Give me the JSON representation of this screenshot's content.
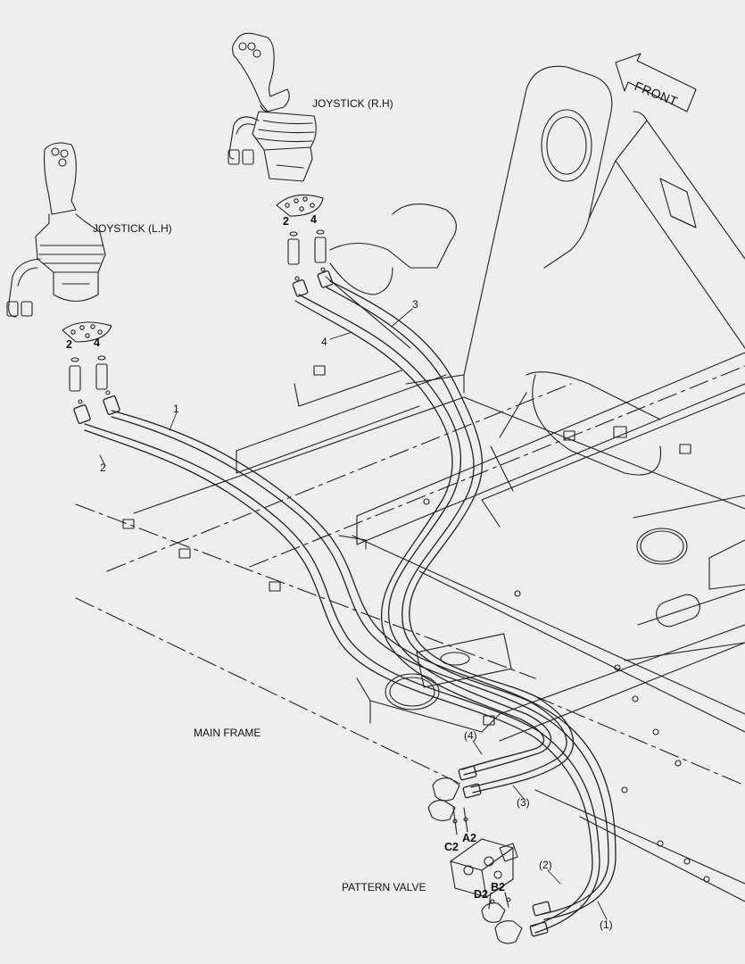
{
  "labels": {
    "front": "FRONT",
    "joystick_rh": "JOYSTICK (R.H)",
    "joystick_lh": "JOYSTICK (L.H)",
    "main_frame": "MAIN FRAME",
    "pattern_valve": "PATTERN VALVE",
    "lh_port_2": "2",
    "lh_port_4": "4",
    "rh_port_2": "2",
    "rh_port_4": "4",
    "hose_1": "1",
    "hose_2": "2",
    "hose_3": "3",
    "hose_4": "4",
    "hose_1_end": "(1)",
    "hose_2_end": "(2)",
    "hose_3_end": "(3)",
    "hose_4_end": "(4)",
    "port_a2": "A2",
    "port_b2": "B2",
    "port_c2": "C2",
    "port_d2": "D2"
  }
}
